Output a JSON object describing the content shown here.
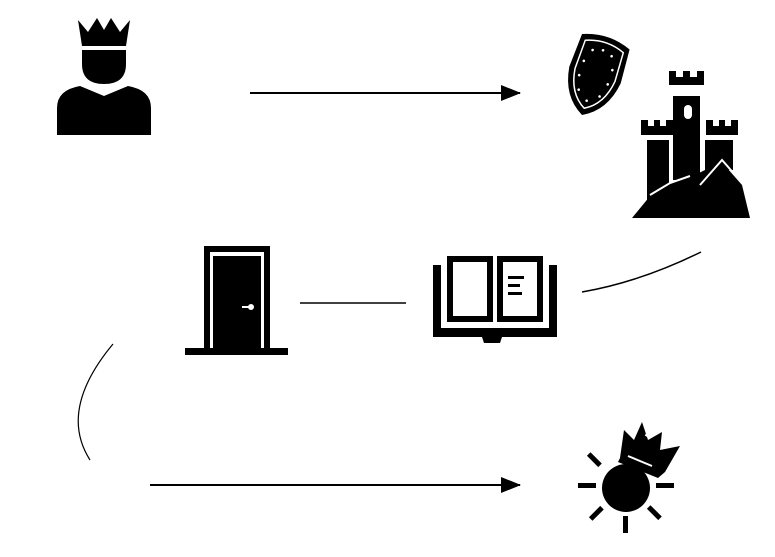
{
  "diagram": {
    "nodes": [
      {
        "id": "king",
        "icon": "king-icon"
      },
      {
        "id": "shield",
        "icon": "shield-icon"
      },
      {
        "id": "castle",
        "icon": "castle-icon"
      },
      {
        "id": "book",
        "icon": "book-icon"
      },
      {
        "id": "door",
        "icon": "door-icon"
      },
      {
        "id": "sun-crown",
        "icon": "sun-crown-icon"
      }
    ],
    "edges": [
      {
        "from": "king",
        "to": "shield",
        "style": "arrow"
      },
      {
        "from": "castle",
        "to": "book",
        "style": "curve"
      },
      {
        "from": "book",
        "to": "door",
        "style": "line"
      },
      {
        "from": "door",
        "to": "sun-crown",
        "style": "curve"
      },
      {
        "from": "door",
        "to": "sun-crown",
        "style": "arrow"
      }
    ],
    "colors": {
      "ink": "#000000",
      "background": "#ffffff"
    }
  }
}
